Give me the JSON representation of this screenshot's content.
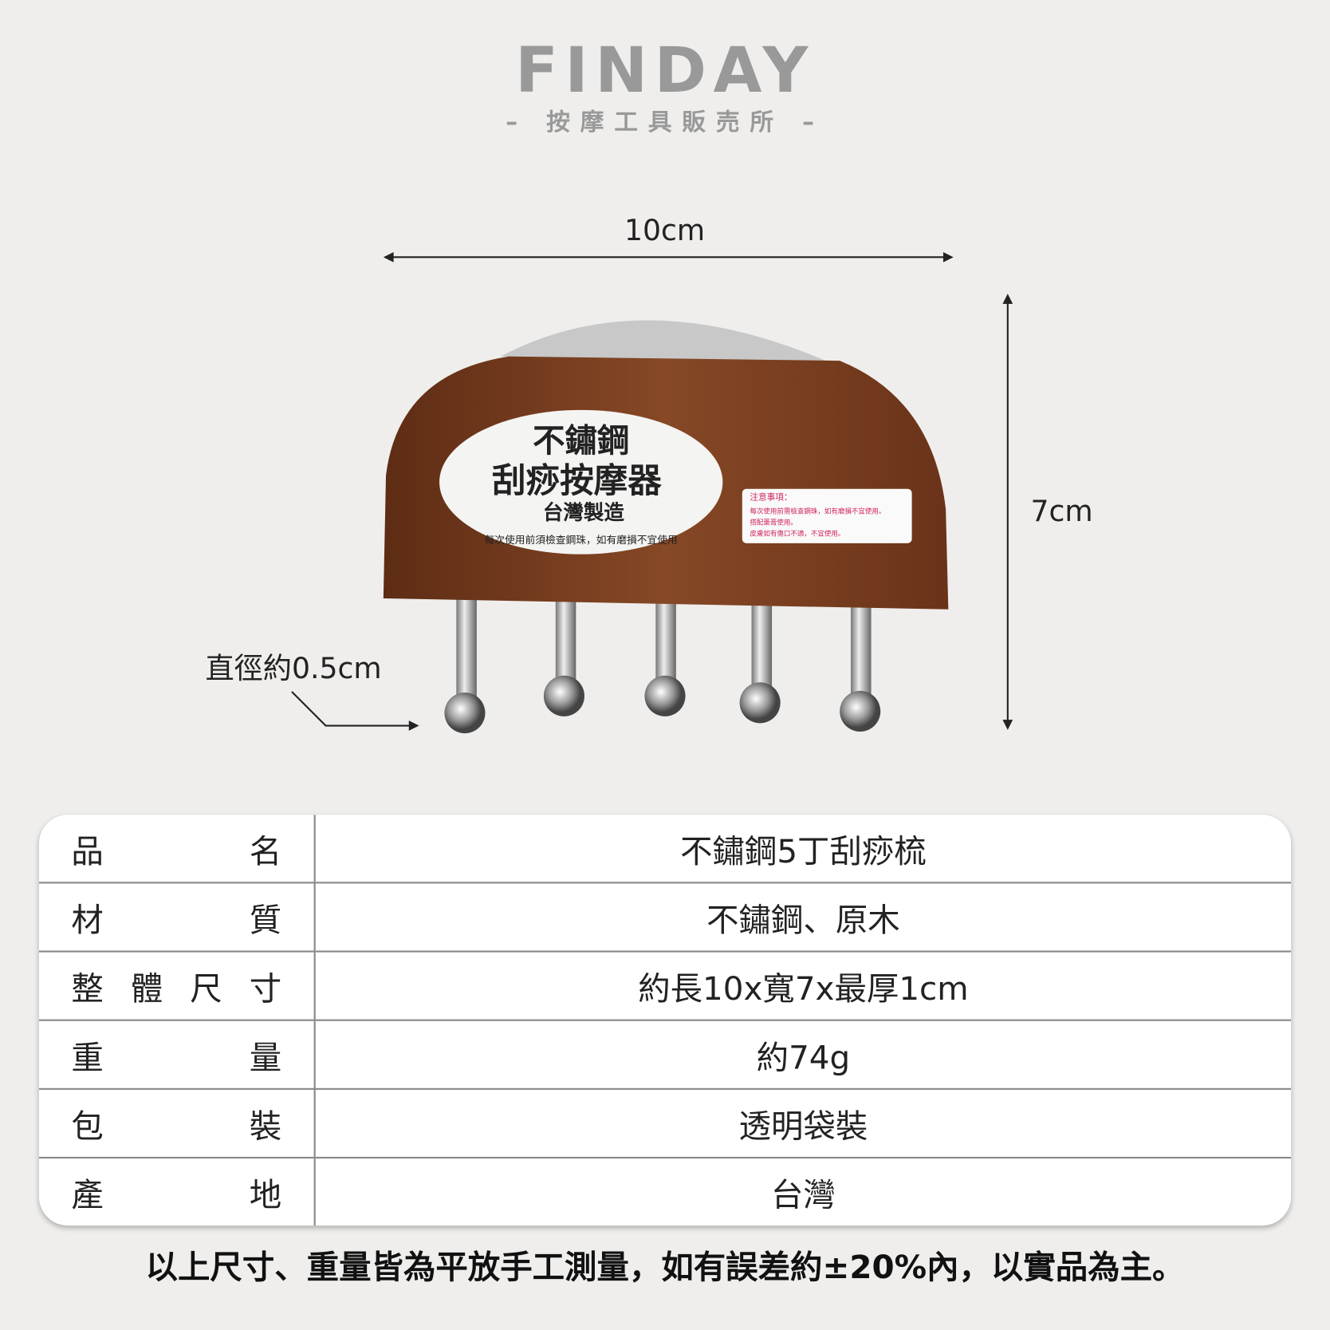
{
  "brand": {
    "logo": "FINDAY",
    "tagline": "– 按摩工具販売所 –"
  },
  "dimensions": {
    "width": "10cm",
    "height": "7cm",
    "diameter": "直徑約0.5cm"
  },
  "product_label": {
    "line1": "不鏽鋼",
    "line2": "刮痧按摩器",
    "line3": "台灣製造",
    "arc": "每次使用前須檢查鋼珠，如有磨損不宜使用",
    "notice_title": "注意事項：",
    "notices": [
      "每次使用前需檢查鋼珠，如有磨損不宜使用。",
      "搭配藥膏使用。",
      "皮膚如有傷口不適，不宜使用。"
    ]
  },
  "specs": [
    {
      "label": "品名",
      "value": "不鏽鋼5丁刮痧梳"
    },
    {
      "label": "材質",
      "value": "不鏽鋼、原木"
    },
    {
      "label": "整體尺寸",
      "value": "約長10x寬7x最厚1cm"
    },
    {
      "label": "重量",
      "value": "約74g"
    },
    {
      "label": "包裝",
      "value": "透明袋裝"
    },
    {
      "label": "產地",
      "value": "台灣"
    }
  ],
  "footnote": "以上尺寸、重量皆為平放手工測量，如有誤差約±20%內，以實品為主。",
  "colors": {
    "background": "#efeeec",
    "wood": "#7a3e1f",
    "logo": "#999999"
  }
}
